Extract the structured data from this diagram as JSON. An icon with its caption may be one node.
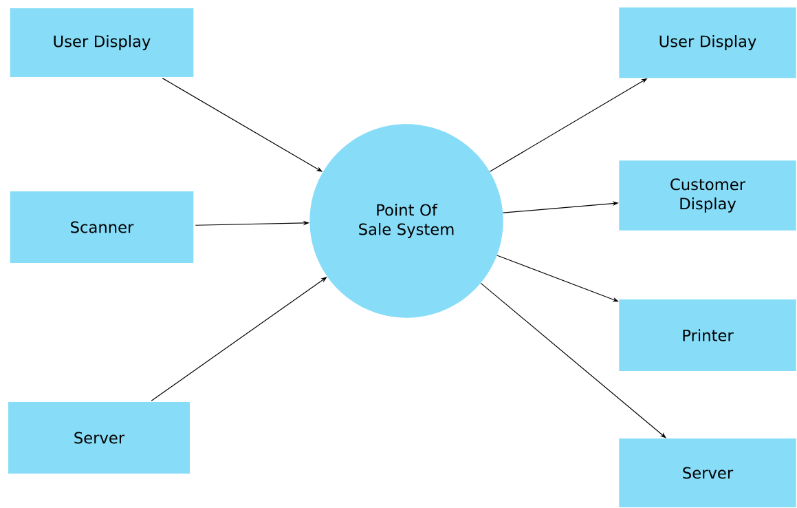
{
  "diagram": {
    "nodes": [
      {
        "text": [
          "User Display"
        ]
      },
      {
        "text": [
          "Scanner"
        ]
      },
      {
        "text": [
          "Server"
        ]
      },
      {
        "text": [
          "Point Of Sale System"
        ]
      },
      {
        "text": [
          "User Display"
        ]
      },
      {
        "text": [
          "Customer Display"
        ]
      },
      {
        "text": [
          "Printer"
        ]
      },
      {
        "text": [
          "Server"
        ]
      }
    ],
    "edges": [
      {
        "from": 0,
        "to": 3,
        "arrow": "to"
      },
      {
        "from": 1,
        "to": 3,
        "arrow": "to"
      },
      {
        "from": 2,
        "to": 3,
        "arrow": "to"
      },
      {
        "from": 3,
        "to": 4,
        "arrow": "to"
      },
      {
        "from": 3,
        "to": 5,
        "arrow": "to"
      },
      {
        "from": 3,
        "to": 6,
        "arrow": "to"
      },
      {
        "from": 3,
        "to": 7,
        "arrow": "to"
      }
    ]
  }
}
